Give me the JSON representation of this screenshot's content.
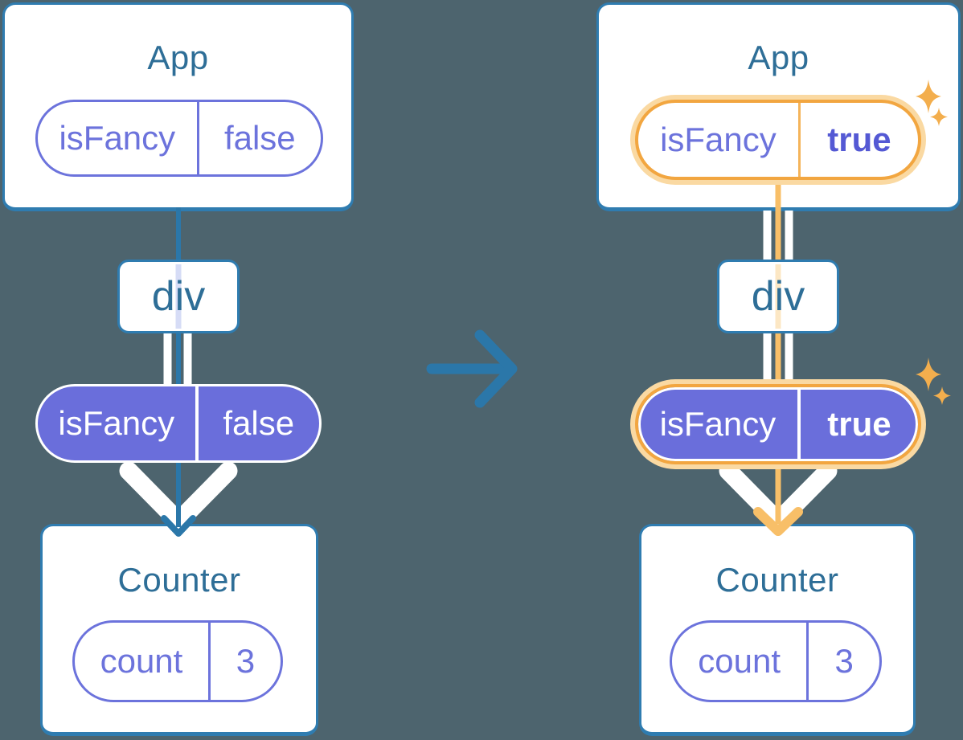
{
  "diagram": {
    "description": "component tree state diagram, before and after a prop change",
    "transition_icon": "arrow-right-icon",
    "highlight_icon": "sparkles-icon"
  },
  "before": {
    "app": {
      "title": "App",
      "prop": {
        "name": "isFancy",
        "value": "false"
      }
    },
    "container": {
      "label": "div"
    },
    "passed_prop": {
      "name": "isFancy",
      "value": "false"
    },
    "counter": {
      "title": "Counter",
      "state": {
        "name": "count",
        "value": "3"
      }
    }
  },
  "after": {
    "app": {
      "title": "App",
      "prop": {
        "name": "isFancy",
        "value": "true"
      }
    },
    "container": {
      "label": "div"
    },
    "passed_prop": {
      "name": "isFancy",
      "value": "true"
    },
    "counter": {
      "title": "Counter",
      "state": {
        "name": "count",
        "value": "3"
      }
    }
  },
  "colors": {
    "background": "#4D646E",
    "card_border_blue": "#2F7CB0",
    "line_blue": "#2B77A9",
    "title_text": "#2E6E97",
    "purple_fill": "#6A6EDB",
    "purple_outline": "#6C73DC",
    "purple_bold_text": "#5459D4",
    "orange_border": "#F2A640",
    "orange_halo": "#FAD9A2",
    "orange_line": "#F8BF68",
    "sparkle_orange": "#F3AE4D",
    "lavender_inner_line": "#D6DCF6",
    "peach_inner_line": "#FCE7C4",
    "white": "#FFFFFF"
  }
}
